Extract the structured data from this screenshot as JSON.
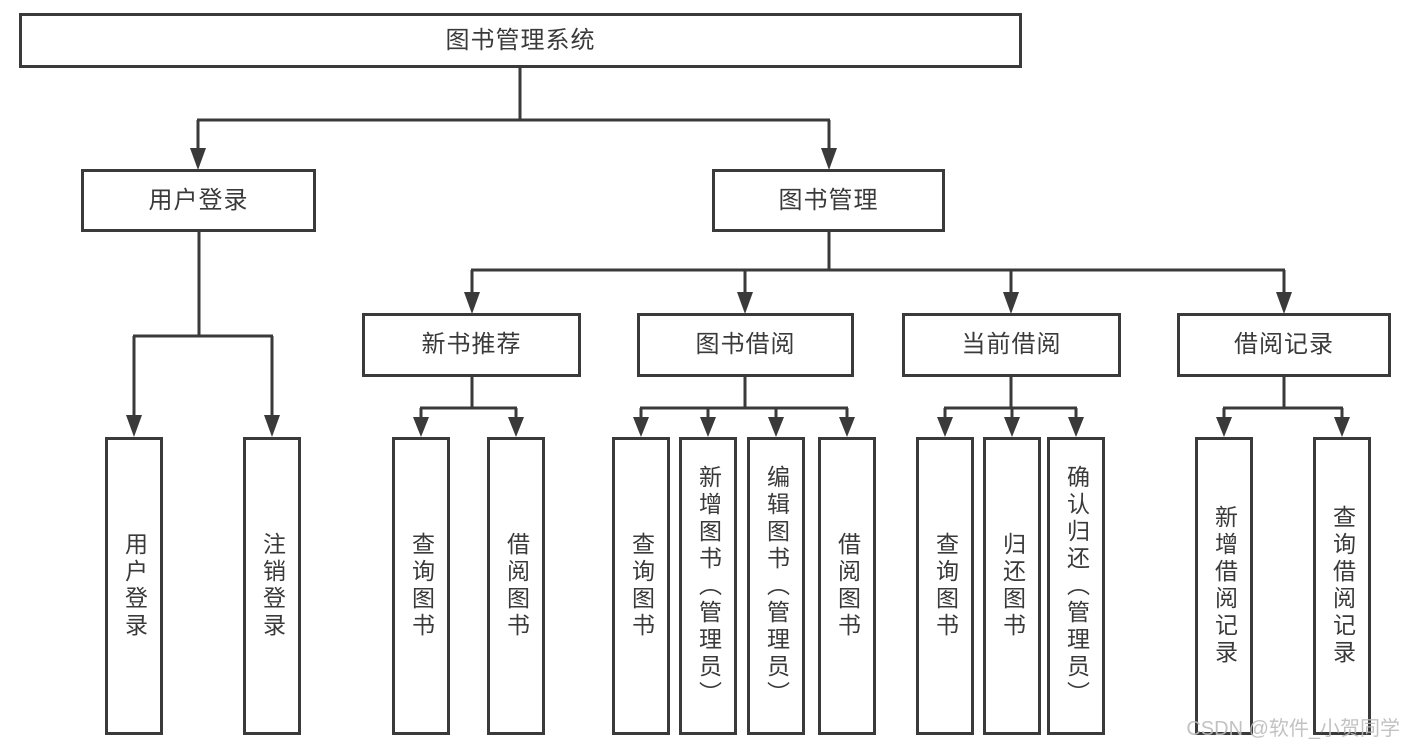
{
  "tree": {
    "label": "图书管理系统",
    "children": [
      {
        "label": "用户登录",
        "children": [
          {
            "label": "用户登录"
          },
          {
            "label": "注销登录"
          }
        ]
      },
      {
        "label": "图书管理",
        "children": [
          {
            "label": "新书推荐",
            "children": [
              {
                "label": "查询图书"
              },
              {
                "label": "借阅图书"
              }
            ]
          },
          {
            "label": "图书借阅",
            "children": [
              {
                "label": "查询图书"
              },
              {
                "label": "新增图书（管理员）"
              },
              {
                "label": "编辑图书（管理员）"
              },
              {
                "label": "借阅图书"
              }
            ]
          },
          {
            "label": "当前借阅",
            "children": [
              {
                "label": "查询图书"
              },
              {
                "label": "归还图书"
              },
              {
                "label": "确认归还（管理员）"
              }
            ]
          },
          {
            "label": "借阅记录",
            "children": [
              {
                "label": "新增借阅记录"
              },
              {
                "label": "查询借阅记录"
              }
            ]
          }
        ]
      }
    ]
  },
  "watermark": {
    "text": "CSDN @软件_小贺同学"
  },
  "colors": {
    "line": "#3a3a3a",
    "text": "#3a3a3a",
    "watermark": "#bcbcbc",
    "background": "#ffffff"
  }
}
